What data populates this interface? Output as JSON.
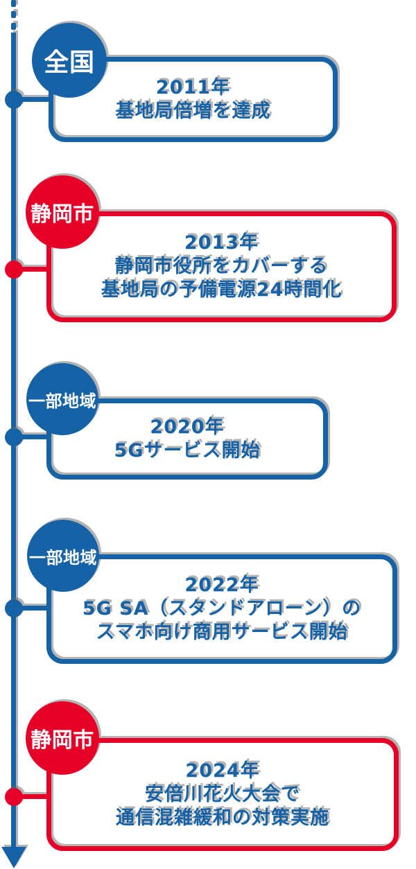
{
  "colors": {
    "blue": "#1562a7",
    "red": "#e60028",
    "text": "#1562a7",
    "badge_text": "#ffffff",
    "background": "#ffffff"
  },
  "timeline": {
    "style": "vertical line, dotted at top, arrow at bottom",
    "arrow_icon": "arrow-down-icon"
  },
  "events": [
    {
      "region": "全国",
      "color": "blue",
      "year": "2011年",
      "lines": [
        "基地局倍増を達成"
      ]
    },
    {
      "region": "静岡市",
      "color": "red",
      "year": "2013年",
      "lines": [
        "静岡市役所をカバーする",
        "基地局の予備電源24時間化"
      ]
    },
    {
      "region": "一部地域",
      "color": "blue",
      "year": "2020年",
      "lines": [
        "5Gサービス開始"
      ]
    },
    {
      "region": "一部地域",
      "color": "blue",
      "year": "2022年",
      "lines": [
        "5G SA（スタンドアローン）の",
        "スマホ向け商用サービス開始"
      ]
    },
    {
      "region": "静岡市",
      "color": "red",
      "year": "2024年",
      "lines": [
        "安倍川花火大会で",
        "通信混雑緩和の対策実施"
      ]
    }
  ]
}
